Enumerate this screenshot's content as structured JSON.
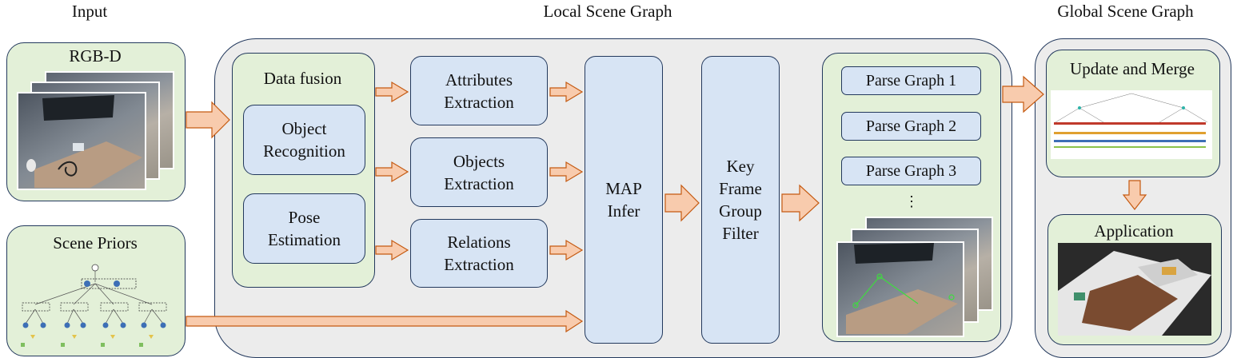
{
  "headings": {
    "input": "Input",
    "local": "Local Scene Graph",
    "global": "Global Scene Graph"
  },
  "input": {
    "rgbd_label": "RGB-D",
    "priors_label": "Scene Priors"
  },
  "local": {
    "data_fusion": "Data fusion",
    "object_recognition": [
      "Object",
      "Recognition"
    ],
    "pose_estimation": [
      "Pose",
      "Estimation"
    ],
    "attributes": [
      "Attributes",
      "Extraction"
    ],
    "objects": [
      "Objects",
      "Extraction"
    ],
    "relations": [
      "Relations",
      "Extraction"
    ],
    "map_infer": [
      "MAP",
      "Infer"
    ],
    "keyframe": [
      "Key",
      "Frame",
      "Group",
      "Filter"
    ],
    "parse_graphs": [
      "Parse Graph 1",
      "Parse Graph 2",
      "Parse Graph 3"
    ],
    "ellipsis": "⋮"
  },
  "global": {
    "update_merge": "Update and Merge",
    "application": "Application"
  },
  "colors": {
    "arrow_fill": "#f8cbad",
    "arrow_stroke": "#c55a11",
    "blue_box": "#d7e4f4",
    "green_panel": "#e3f0d8",
    "gray_panel": "#ececec",
    "border": "#23395d"
  }
}
